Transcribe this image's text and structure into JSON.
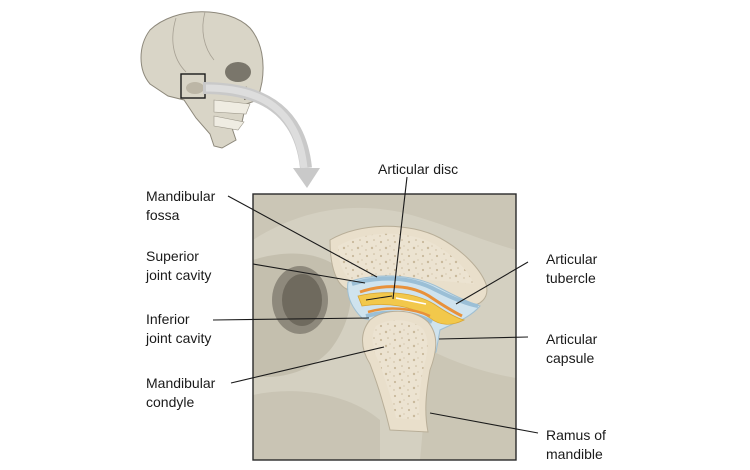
{
  "labels": {
    "articular_disc": "Articular disc",
    "mandibular_fossa": [
      "Mandibular",
      "fossa"
    ],
    "superior_joint_cavity": [
      "Superior",
      "joint cavity"
    ],
    "inferior_joint_cavity": [
      "Inferior",
      "joint cavity"
    ],
    "mandibular_condyle": [
      "Mandibular",
      "condyle"
    ],
    "articular_tubercle": [
      "Articular",
      "tubercle"
    ],
    "articular_capsule": [
      "Articular",
      "capsule"
    ],
    "ramus_of_mandible": [
      "Ramus of",
      "mandible"
    ]
  },
  "colors": {
    "bone": "#d6d2c3",
    "bone_shadow": "#b4ae9d",
    "spongy_bone": "#ece3d1",
    "articular_disc": "#f2c84b",
    "capsule": "#cfe3ee",
    "cartilage": "#9bbfd6",
    "highlight_orange": "#e8913a"
  }
}
